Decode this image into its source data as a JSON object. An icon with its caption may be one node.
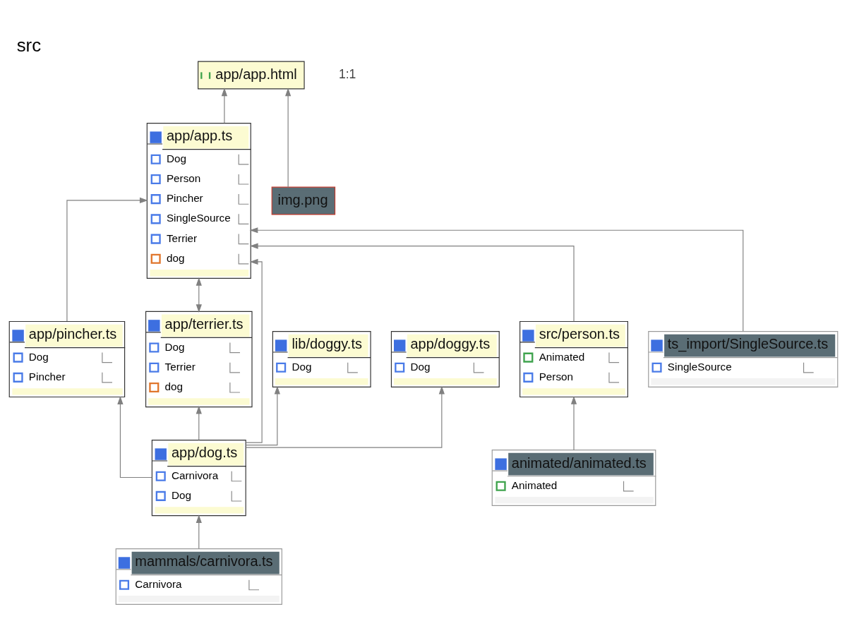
{
  "diagram": {
    "title": "src",
    "nodes": [
      {
        "text": [
          "app/app.html"
        ]
      },
      {
        "text": [
          "app/app.ts",
          "Dog",
          "Person",
          "Pincher",
          "SingleSource",
          "Terrier",
          "dog"
        ]
      },
      {
        "text": [
          "img.png"
        ]
      },
      {
        "text": [
          "app/pincher.ts",
          "Dog",
          "Pincher"
        ]
      },
      {
        "text": [
          "app/terrier.ts",
          "Dog",
          "Terrier",
          "dog"
        ]
      },
      {
        "text": [
          "lib/doggy.ts",
          "Dog"
        ]
      },
      {
        "text": [
          "app/doggy.ts",
          "Dog"
        ]
      },
      {
        "text": [
          "src/person.ts",
          "Animated",
          "Person"
        ]
      },
      {
        "text": [
          "ts_import/SingleSource.ts",
          "SingleSource"
        ]
      },
      {
        "text": [
          "app/dog.ts",
          "Carnivora",
          "Dog"
        ]
      },
      {
        "text": [
          "animated/animated.ts",
          "Animated"
        ]
      },
      {
        "text": [
          "mammals/carnivora.ts",
          "Carnivora"
        ]
      }
    ],
    "edges": [
      {
        "from": 2,
        "to": 0,
        "arrow": "to"
      },
      {
        "from": 1,
        "to": 0,
        "arrow": "to"
      },
      {
        "from": 3,
        "to": 1,
        "arrow": "to"
      },
      {
        "from": 4,
        "to": 1,
        "arrow": "both"
      },
      {
        "from": 7,
        "to": 1,
        "arrow": "to"
      },
      {
        "from": 8,
        "to": 1,
        "arrow": "to"
      },
      {
        "from": 9,
        "to": 3,
        "arrow": "to"
      },
      {
        "from": 9,
        "to": 4,
        "arrow": "to"
      },
      {
        "from": 9,
        "to": 5,
        "arrow": "to"
      },
      {
        "from": 9,
        "to": 6,
        "arrow": "to"
      },
      {
        "from": 9,
        "to": 1,
        "arrow": "to"
      },
      {
        "from": 11,
        "to": 9,
        "arrow": "to"
      },
      {
        "from": 10,
        "to": 7,
        "arrow": "to"
      }
    ],
    "labels": [
      "1:1"
    ]
  }
}
